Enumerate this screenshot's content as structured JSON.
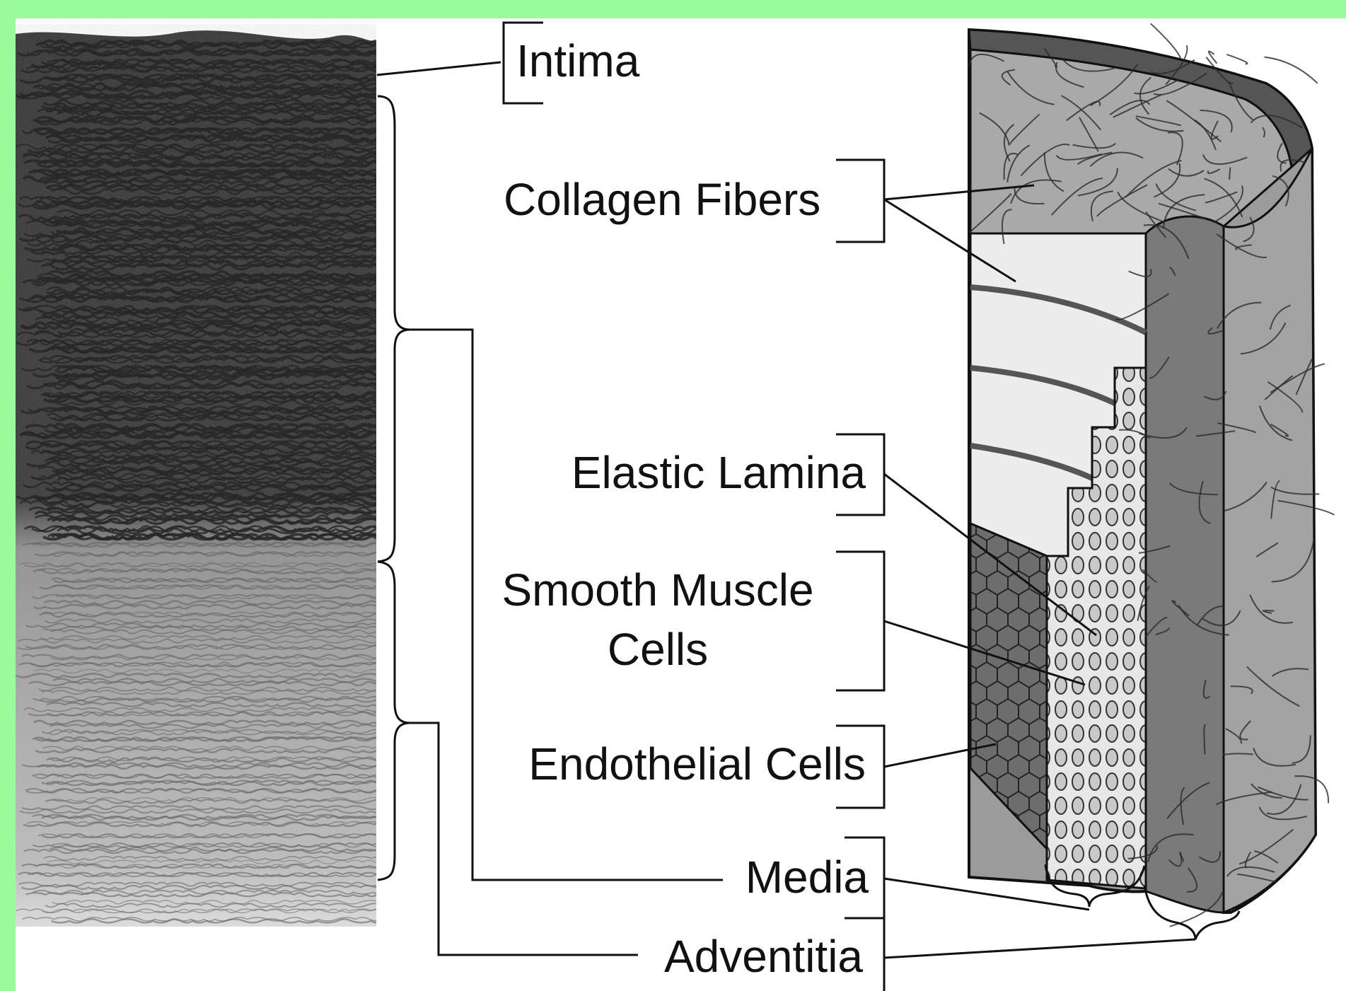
{
  "colors": {
    "frame": "#99fb99",
    "panel": "#ffffff",
    "ink": "#111111"
  },
  "labels": {
    "intima": "Intima",
    "collagen_fibers": "Collagen Fibers",
    "elastic_lamina": "Elastic Lamina",
    "smooth_muscle_line1": "Smooth Muscle",
    "smooth_muscle_line2": "Cells",
    "endothelial_cells": "Endothelial Cells",
    "media": "Media",
    "adventitia": "Adventitia"
  }
}
